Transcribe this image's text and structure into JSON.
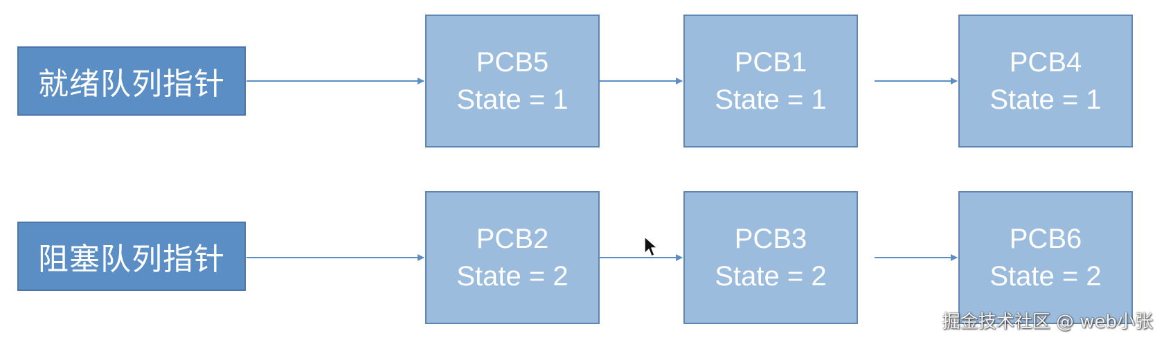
{
  "queues": [
    {
      "label": "就绪队列指针",
      "nodes": [
        {
          "name": "PCB5",
          "state": "State = 1"
        },
        {
          "name": "PCB1",
          "state": "State = 1"
        },
        {
          "name": "PCB4",
          "state": "State = 1"
        }
      ]
    },
    {
      "label": "阻塞队列指针",
      "nodes": [
        {
          "name": "PCB2",
          "state": "State = 2"
        },
        {
          "name": "PCB3",
          "state": "State = 2"
        },
        {
          "name": "PCB6",
          "state": "State = 2"
        }
      ]
    }
  ],
  "watermark": "掘金技术社区 @ web小张",
  "colors": {
    "head_fill": "#5b8ec4",
    "pcb_fill": "#9bbcdc",
    "arrow": "#5b8ec4"
  }
}
